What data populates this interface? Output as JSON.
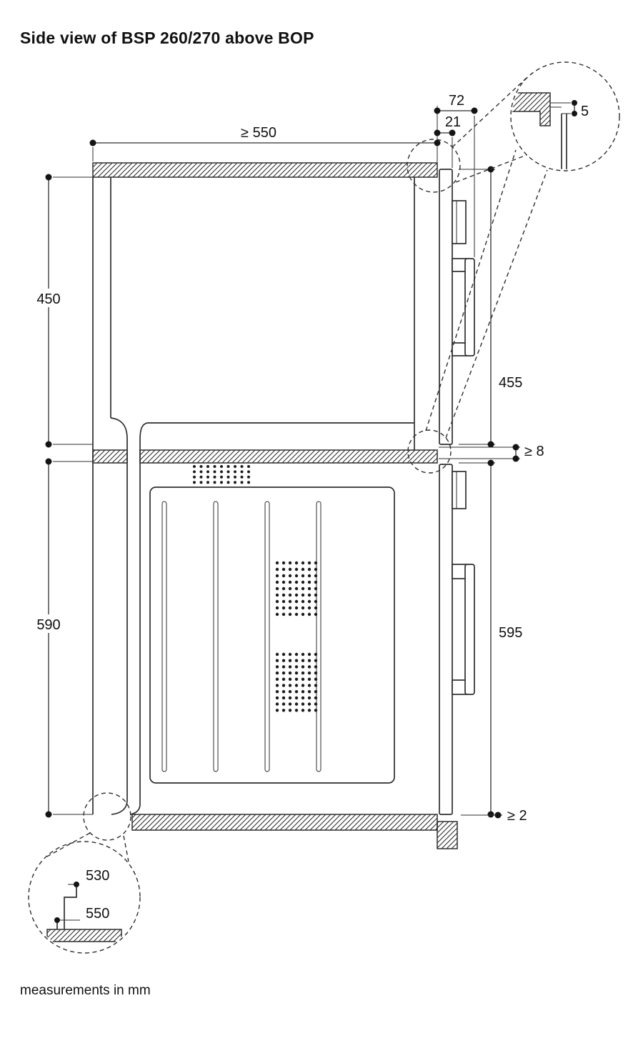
{
  "page": {
    "title": "Side view of BSP 260/270 above BOP",
    "footer": "measurements in mm"
  },
  "colors": {
    "ink": "#2e2e2e",
    "background": "#ffffff"
  },
  "dims": {
    "depth": "≥ 550",
    "top_clearance": "72",
    "door_projection": "21",
    "upper_niche": "450",
    "upper_height": "455",
    "mid_gap": "≥ 8",
    "lower_niche": "590",
    "lower_height": "595",
    "bottom_gap": "≥ 2",
    "detail_top_gap": "5",
    "detail_depth_inner": "530",
    "detail_depth_outer": "550"
  }
}
